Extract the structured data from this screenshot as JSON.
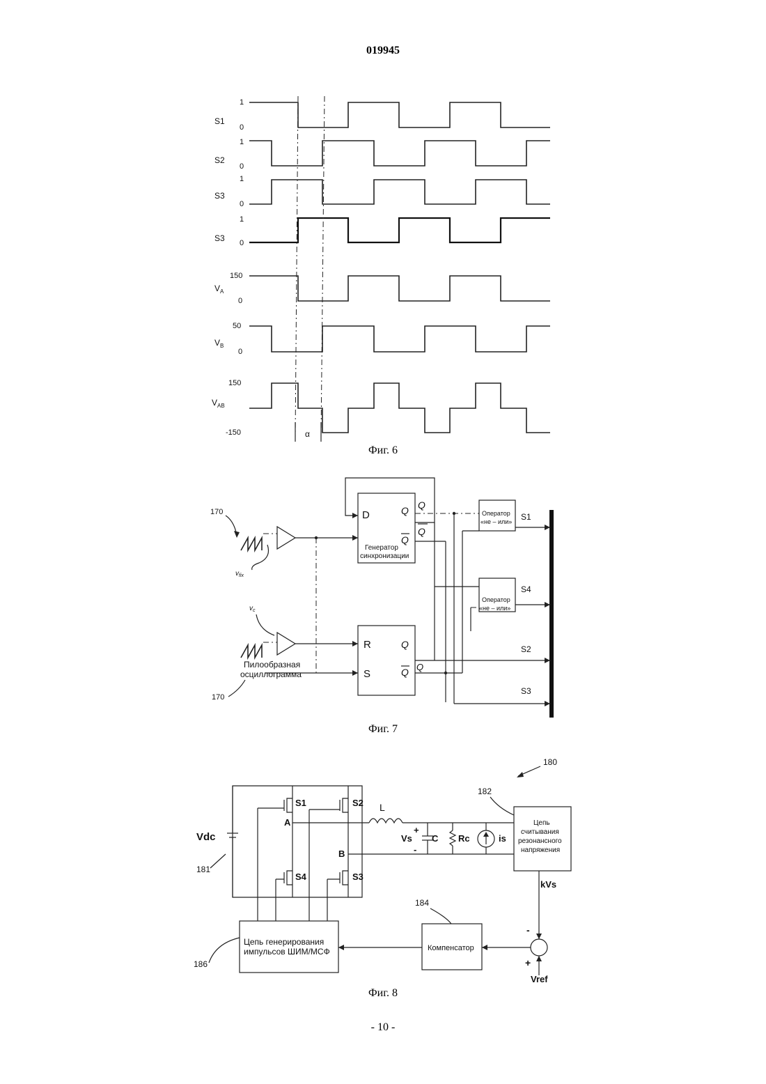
{
  "header": {
    "doc_number": "019945"
  },
  "figure6": {
    "caption": "Фиг. 6",
    "signals": [
      {
        "name": "S1",
        "top": "1",
        "bottom": "0"
      },
      {
        "name": "S2",
        "top": "1",
        "bottom": "0"
      },
      {
        "name": "S3",
        "top": "1",
        "bottom": "0"
      },
      {
        "name": "S3",
        "top": "1",
        "bottom": "0"
      },
      {
        "name": "V",
        "sub": "A",
        "top": "150",
        "bottom": "0"
      },
      {
        "name": "V",
        "sub": "B",
        "top": "50",
        "bottom": "0"
      },
      {
        "name": "V",
        "sub": "AB",
        "top": "150",
        "bottom": "-150"
      }
    ],
    "alpha_label": "α"
  },
  "figure7": {
    "caption": "Фиг. 7",
    "ref_top": "170",
    "ref_bottom": "170",
    "v_fix": "v",
    "v_fix_sub": "fix",
    "v_c": "v",
    "v_c_sub": "c",
    "sawtooth_label_1": "Пилообразная",
    "sawtooth_label_2": "осциллограмма",
    "flipflop_d": "D",
    "flipflop_q": "Q",
    "flipflop_qbar": "Q",
    "sync_gen_1": "Генератор",
    "sync_gen_2": "синхронизации",
    "rs_r": "R",
    "rs_s": "S",
    "rs_q": "Q",
    "rs_qbar": "Q",
    "q_label": "Q",
    "qbar_label": "Q",
    "qbar_label_2": "Q",
    "nor1_1": "Оператор",
    "nor1_2": "«не – или»",
    "nor2_1": "Оператор",
    "nor2_2": "«не – или»",
    "out_s1": "S1",
    "out_s4": "S4",
    "out_s2": "S2",
    "out_s3": "S3"
  },
  "figure8": {
    "caption": "Фиг. 8",
    "ref_180": "180",
    "ref_182": "182",
    "ref_181": "181",
    "ref_184": "184",
    "ref_186": "186",
    "vdc": "Vdc",
    "s1": "S1",
    "s2": "S2",
    "s3": "S3",
    "s4": "S4",
    "l": "L",
    "node_a": "A",
    "node_b": "B",
    "vs": "Vs",
    "plus": "+",
    "minus": "-",
    "c": "C",
    "rc": "Rc",
    "is": "is",
    "sense_1": "Цепь",
    "sense_2": "считывания",
    "sense_3": "резонансного",
    "sense_4": "напряжения",
    "kvs": "kVs",
    "compensator": "Компенсатор",
    "pwm_1": "Цепь генерирования",
    "pwm_2": "импульсов ШИМ/МСФ",
    "vref": "Vref",
    "sum_minus": "-",
    "sum_plus": "+"
  },
  "footer": {
    "page_number": "- 10 -"
  }
}
